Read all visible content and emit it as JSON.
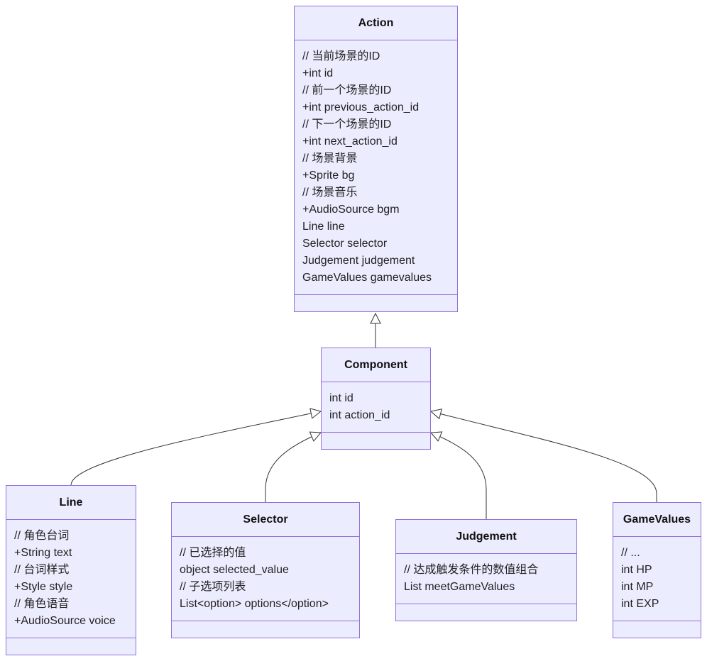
{
  "colors": {
    "box_fill": "#ececff",
    "box_border": "#9370db",
    "edge": "#333333"
  },
  "classes": {
    "action": {
      "name": "Action",
      "members": [
        "// 当前场景的ID",
        "+int id",
        "// 前一个场景的ID",
        "+int previous_action_id",
        "// 下一个场景的ID",
        "+int next_action_id",
        "// 场景背景",
        "+Sprite bg",
        "// 场景音乐",
        "+AudioSource bgm",
        "Line line",
        "Selector selector",
        "Judgement judgement",
        "GameValues gamevalues"
      ]
    },
    "component": {
      "name": "Component",
      "members": [
        "int id",
        "int action_id"
      ]
    },
    "line": {
      "name": "Line",
      "members": [
        "// 角色台词",
        "+String text",
        "// 台词样式",
        "+Style style",
        "// 角色语音",
        "+AudioSource voice"
      ]
    },
    "selector": {
      "name": "Selector",
      "members": [
        "// 已选择的值",
        "object selected_value",
        "// 子选项列表",
        "List<option> options</option>"
      ]
    },
    "judgement": {
      "name": "Judgement",
      "members": [
        "// 达成触发条件的数值组合",
        "List meetGameValues"
      ]
    },
    "gamevalues": {
      "name": "GameValues",
      "members": [
        "// ...",
        "int HP",
        "int MP",
        "int EXP"
      ]
    }
  },
  "relations": [
    {
      "from": "component",
      "to": "action",
      "type": "inheritance"
    },
    {
      "from": "line",
      "to": "component",
      "type": "inheritance"
    },
    {
      "from": "selector",
      "to": "component",
      "type": "inheritance"
    },
    {
      "from": "judgement",
      "to": "component",
      "type": "inheritance"
    },
    {
      "from": "gamevalues",
      "to": "component",
      "type": "inheritance"
    }
  ]
}
